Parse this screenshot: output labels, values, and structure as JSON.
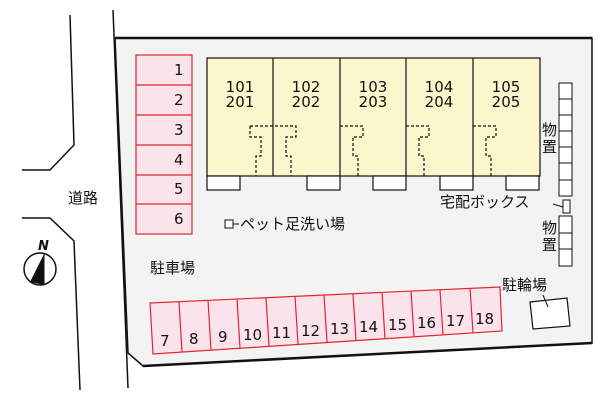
{
  "colors": {
    "site_bg": "#f3f3f3",
    "parking_fill": "#fbe3ec",
    "parking_border": "#e0262f",
    "building_fill": "#fcf6cc",
    "outline": "#111111"
  },
  "labels": {
    "road": "道路",
    "parking_lot": "駐車場",
    "pet_foot_wash": "ペット足洗い場",
    "delivery_box": "宅配ボックス",
    "storage_top": "物置",
    "storage_bottom": "物置",
    "bicycle_parking": "駐輪場",
    "compass_north": "N"
  },
  "units": [
    {
      "floor1": "101",
      "floor2": "201"
    },
    {
      "floor1": "102",
      "floor2": "202"
    },
    {
      "floor1": "103",
      "floor2": "203"
    },
    {
      "floor1": "104",
      "floor2": "204"
    },
    {
      "floor1": "105",
      "floor2": "205"
    }
  ],
  "parking_left": [
    "1",
    "2",
    "3",
    "4",
    "5",
    "6"
  ],
  "parking_bottom": [
    "7",
    "8",
    "9",
    "10",
    "11",
    "12",
    "13",
    "14",
    "15",
    "16",
    "17",
    "18"
  ]
}
